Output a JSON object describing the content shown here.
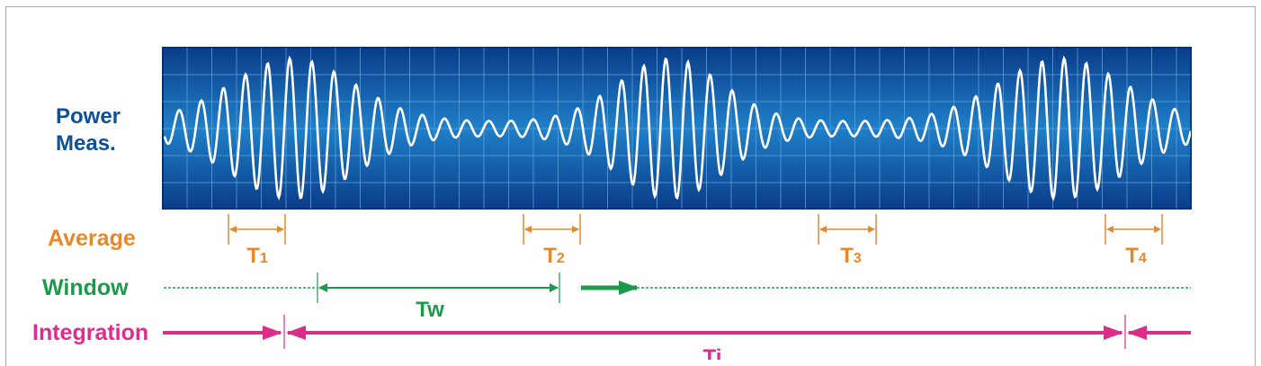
{
  "labels": {
    "power_line1": "Power",
    "power_line2": "Meas.",
    "average": "Average",
    "window": "Window",
    "integration": "Integration"
  },
  "average_periods": [
    {
      "main": "T",
      "sub": "1"
    },
    {
      "main": "T",
      "sub": "2"
    },
    {
      "main": "T",
      "sub": "3"
    },
    {
      "main": "T",
      "sub": "4"
    }
  ],
  "window_period": "Tw",
  "integration_period": "Ti",
  "colors": {
    "scope_dark": "#0a3d8a",
    "scope_light": "#1f7fc8",
    "grid": "#5fa3dc",
    "trace": "#ffffff",
    "power_label": "#0f4f96",
    "average": "#e8872b",
    "window": "#1b9a4b",
    "integration": "#dd2c8a"
  }
}
